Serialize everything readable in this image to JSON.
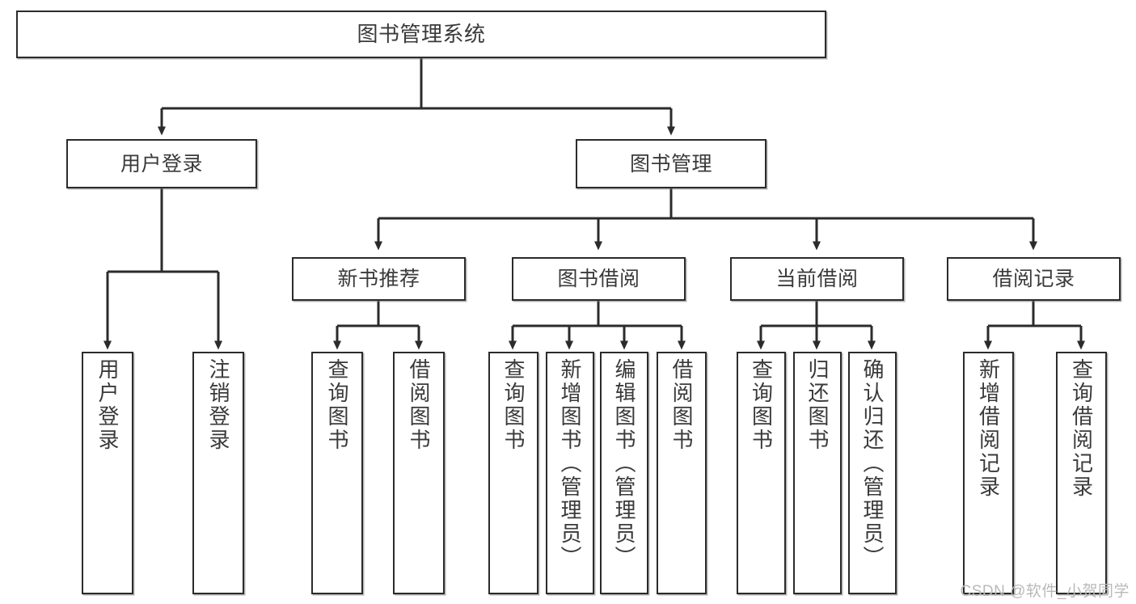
{
  "diagram": {
    "title": "图书管理系统",
    "type": "tree-hierarchy-diagram",
    "root": {
      "label": "图书管理系统"
    },
    "level2": [
      {
        "label": "用户登录"
      },
      {
        "label": "图书管理"
      }
    ],
    "level3": [
      {
        "label": "新书推荐"
      },
      {
        "label": "图书借阅"
      },
      {
        "label": "当前借阅"
      },
      {
        "label": "借阅记录"
      }
    ],
    "leaves": {
      "user_login": [
        {
          "label": "用户登录"
        },
        {
          "label": "注销登录"
        }
      ],
      "new_book_recommend": [
        {
          "label": "查询图书"
        },
        {
          "label": "借阅图书"
        }
      ],
      "book_borrow": [
        {
          "label": "查询图书"
        },
        {
          "label": "新增图书（管理员）"
        },
        {
          "label": "编辑图书（管理员）"
        },
        {
          "label": "借阅图书"
        }
      ],
      "current_borrow": [
        {
          "label": "查询图书"
        },
        {
          "label": "归还图书"
        },
        {
          "label": "确认归还（管理员）"
        }
      ],
      "borrow_record": [
        {
          "label": "新增借阅记录"
        },
        {
          "label": "查询借阅记录"
        }
      ]
    }
  },
  "watermark": {
    "text": "CSDN @软件_小贺同学"
  },
  "colors": {
    "stroke": "#2b2b2b",
    "text": "#3a3a3a",
    "background": "#ffffff",
    "watermark": "#b9b9b9"
  }
}
